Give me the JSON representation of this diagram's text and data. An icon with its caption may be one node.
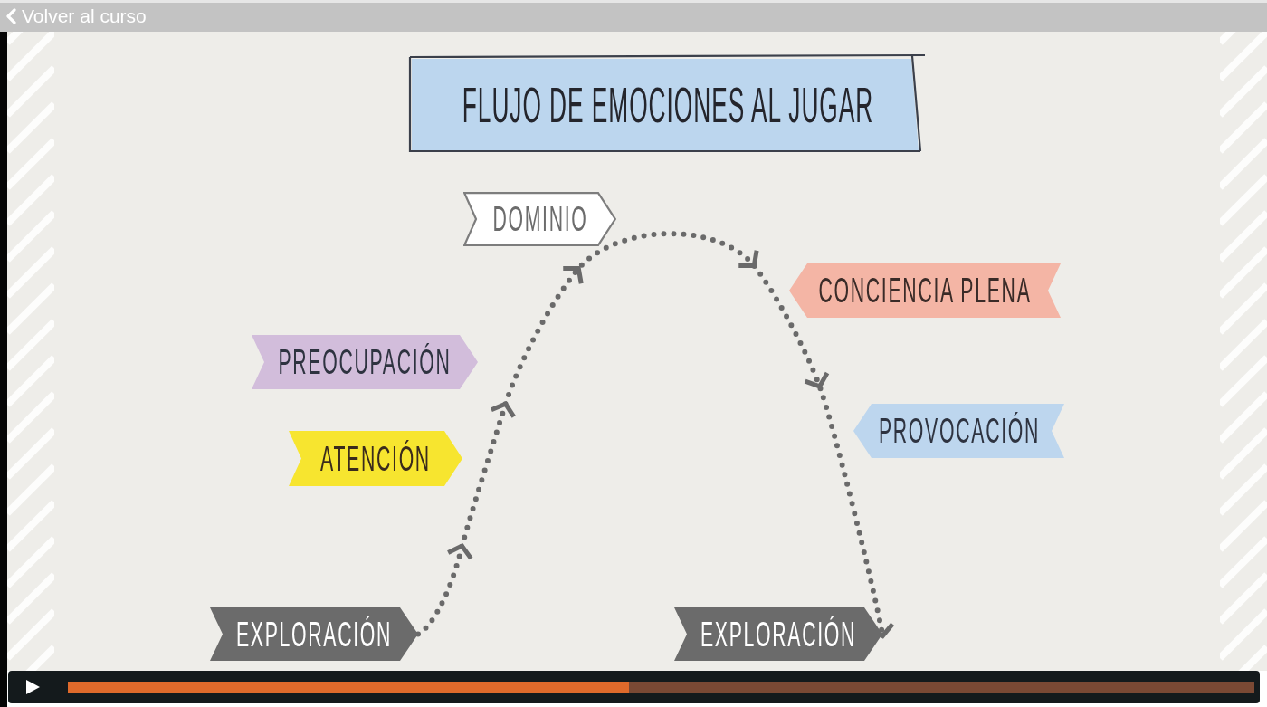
{
  "diagram": {
    "title": "FLUJO DE EMOCIONES AL JUGAR",
    "nodes": [
      {
        "text": [
          "EXPLORACIÓN"
        ]
      },
      {
        "text": [
          "ATENCIÓN"
        ]
      },
      {
        "text": [
          "PREOCUPACIÓN"
        ]
      },
      {
        "text": [
          "DOMINIO"
        ]
      },
      {
        "text": [
          "CONCIENCIA PLENA"
        ]
      },
      {
        "text": [
          "PROVOCACIÓN"
        ]
      },
      {
        "text": [
          "EXPLORACIÓN"
        ]
      }
    ],
    "edges": [
      {
        "from": 0,
        "to": 6,
        "arrow": "to",
        "style": "dashed"
      }
    ],
    "labels": [
      "Volver al curso"
    ]
  }
}
